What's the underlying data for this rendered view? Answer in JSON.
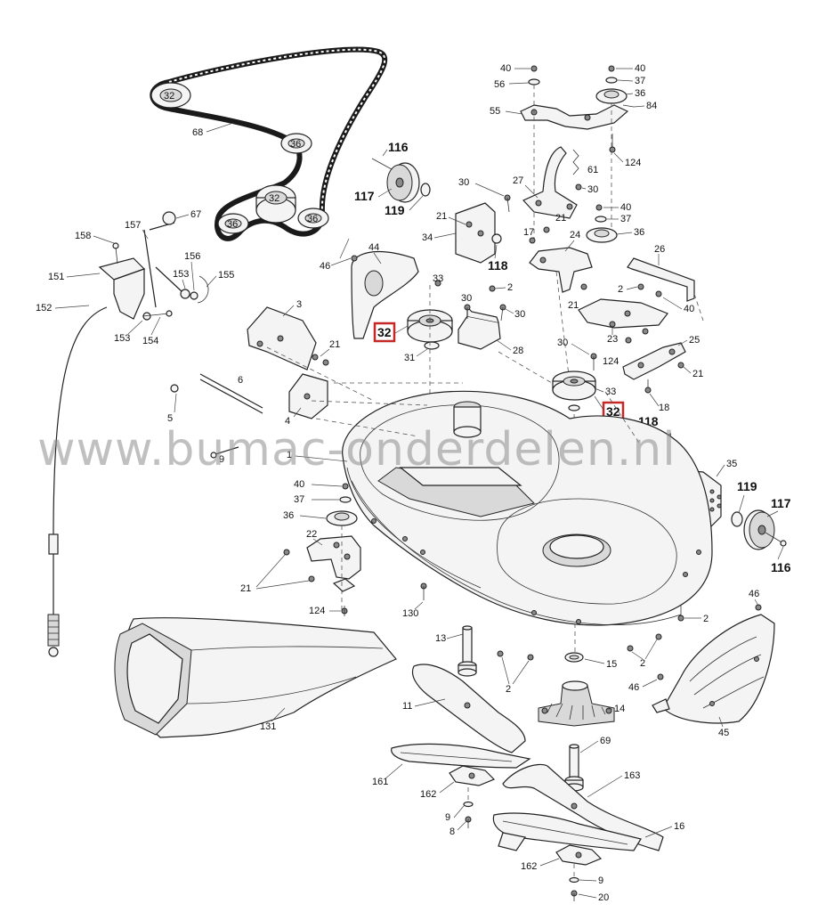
{
  "watermark": "www.bumac-onderdelen.nl",
  "highlight_color": "#c62828",
  "callouts": {
    "belt_pulley_top": "32",
    "belt": "68",
    "belt_36a": "36",
    "belt_32b": "32",
    "belt_36b": "36",
    "belt_36c": "36",
    "c116a": "116",
    "c117a": "117",
    "c119a": "119",
    "c21a": "21",
    "c34": "34",
    "c118a": "118",
    "c158": "158",
    "c157": "157",
    "c67": "67",
    "c151": "151",
    "c156": "156",
    "c153a": "153",
    "c155": "155",
    "c152": "152",
    "c153b": "153",
    "c154": "154",
    "c46a": "46",
    "c44": "44",
    "c32_highlight_a": "32",
    "c33a": "33",
    "c31": "31",
    "c30a": "30",
    "c30b": "30",
    "c28": "28",
    "c2a": "2",
    "c3": "3",
    "c21b": "21",
    "c6": "6",
    "c5": "5",
    "c4": "4",
    "c9a": "9",
    "c40a": "40",
    "c56": "56",
    "c55": "55",
    "c40b": "40",
    "c37a": "37",
    "c36a": "36",
    "c84": "84",
    "c124a": "124",
    "c61": "61",
    "c30c": "30",
    "c27": "27",
    "c30d": "30",
    "c21c": "21",
    "c17": "17",
    "c40c": "40",
    "c37b": "37",
    "c36b": "36",
    "c24": "24",
    "c26": "26",
    "c2b": "2",
    "c40d": "40",
    "c21d": "21",
    "c23": "23",
    "c25": "25",
    "c30e": "30",
    "c124b": "124",
    "c21e": "21",
    "c18": "18",
    "c33b": "33",
    "c32_highlight_b": "32",
    "c118b": "118",
    "c1": "1",
    "c21f": "21",
    "c35": "35",
    "c21g": "21",
    "c119b": "119",
    "c117b": "117",
    "c116b": "116",
    "c40e": "40",
    "c37c": "37",
    "c36c": "36",
    "c22": "22",
    "c21h": "21",
    "c124c": "124",
    "c130": "130",
    "c46b": "46",
    "c2c": "2",
    "c13": "13",
    "c15": "15",
    "c2d": "2",
    "c2e": "2",
    "c46c": "46",
    "c45": "45",
    "c131": "131",
    "c11": "11",
    "c14": "14",
    "c69": "69",
    "c161": "161",
    "c162a": "162",
    "c9b": "9",
    "c8": "8",
    "c163": "163",
    "c16": "16",
    "c162b": "162",
    "c9c": "9",
    "c20": "20"
  }
}
